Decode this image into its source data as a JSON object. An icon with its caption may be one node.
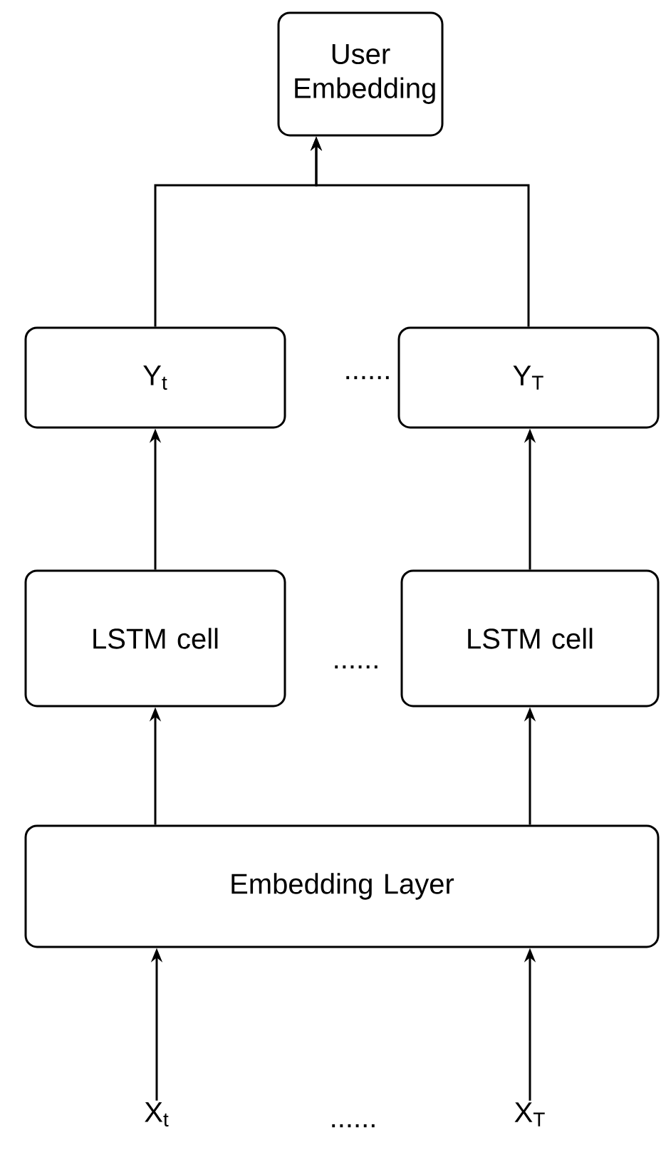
{
  "diagram": {
    "nodes": [
      {
        "text": [
          "User Embedding"
        ]
      },
      {
        "text": [
          "Y$_{t}$"
        ]
      },
      {
        "text": [
          "Y$_{T}$"
        ]
      },
      {
        "text": [
          "LSTM cell"
        ]
      },
      {
        "text": [
          "LSTM cell"
        ]
      },
      {
        "text": [
          "Embedding Layer"
        ]
      },
      {
        "text": [
          "X$_{t}$"
        ]
      },
      {
        "text": [
          "X$_{T}$"
        ]
      }
    ],
    "edges": [
      {
        "from": 6,
        "to": 5,
        "arrow": "to"
      },
      {
        "from": 7,
        "to": 5,
        "arrow": "to"
      },
      {
        "from": 5,
        "to": 3,
        "arrow": "to"
      },
      {
        "from": 5,
        "to": 4,
        "arrow": "to"
      },
      {
        "from": 3,
        "to": 1,
        "arrow": "to"
      },
      {
        "from": 4,
        "to": 2,
        "arrow": "to"
      },
      {
        "from": 1,
        "to": 0,
        "arrow": "to"
      },
      {
        "from": 2,
        "to": 0,
        "arrow": "to"
      }
    ],
    "labels": [
      "......",
      "......",
      "......"
    ]
  }
}
